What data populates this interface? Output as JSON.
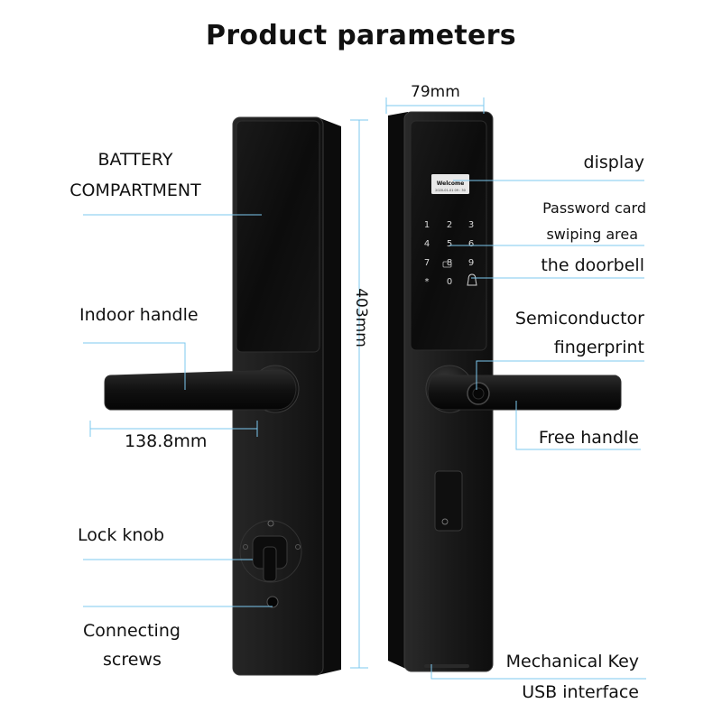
{
  "title": "Product parameters",
  "labels": {
    "battery_line1": "BATTERY",
    "battery_line2": "COMPARTMENT",
    "indoor_handle": "Indoor handle",
    "indoor_width": "138.8mm",
    "lock_knob": "Lock knob",
    "connecting_line1": "Connecting",
    "connecting_line2": "screws",
    "top_width": "79mm",
    "height": "403mm",
    "display": "display",
    "password_line1": "Password card",
    "password_line2": "swiping area",
    "doorbell": "the doorbell",
    "semiconductor_line1": "Semiconductor",
    "semiconductor_line2": "fingerprint",
    "free_handle": "Free handle",
    "mech_key": "Mechanical Key",
    "usb": "USB interface"
  },
  "screen": {
    "welcome": "Welcome",
    "sub": "2020-01-01  09 : 30"
  },
  "keypad": [
    "1",
    "2",
    "3",
    "4",
    "5",
    "6",
    "7",
    "8",
    "9",
    "*",
    "0",
    ""
  ],
  "colors": {
    "leader": "#7cc8ef",
    "body_dark": "#141414",
    "body_edge": "#3a3a3a",
    "key_text": "#d9d9d9"
  }
}
